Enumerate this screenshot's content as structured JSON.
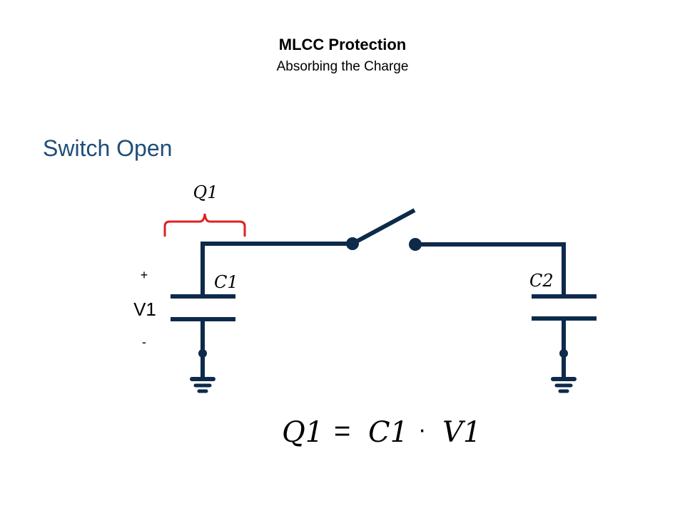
{
  "slide": {
    "title": "MLCC Protection",
    "subtitle": "Absorbing the Charge",
    "heading": "Switch Open"
  },
  "diagram": {
    "wire_color": "#0d2a4a",
    "brace_color": "#e02020",
    "heading_color": "#1f4e79",
    "labels": {
      "charge": "Q1",
      "cap1": "C1",
      "cap2": "C2",
      "voltage": "V1",
      "plus": "+",
      "minus": "-"
    },
    "switch_state": "open",
    "equation": {
      "lhs": "Q1",
      "equals": "=",
      "term1": "C1",
      "dot": "·",
      "term2": "V1"
    }
  }
}
